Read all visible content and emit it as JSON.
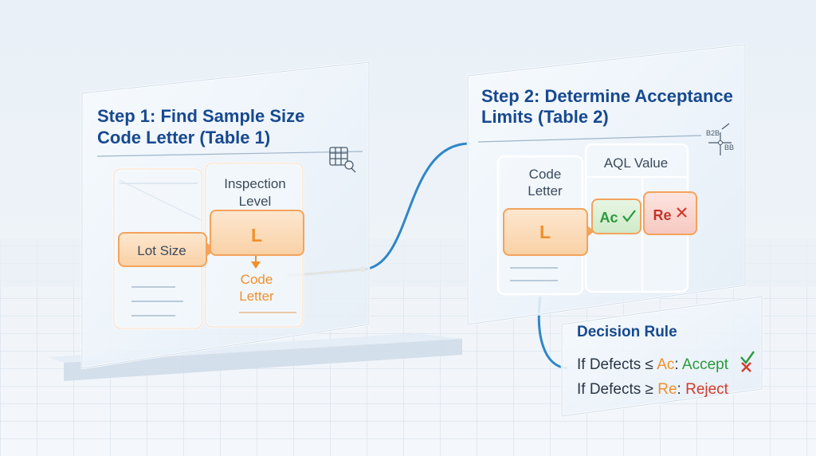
{
  "step1": {
    "title_line1": "Step 1: Find Sample Size",
    "title_line2": "Code Letter (Table 1)",
    "inspection_line1": "Inspection",
    "inspection_line2": "Level",
    "lot_size": "Lot Size",
    "code": "L",
    "code_label_line1": "Code",
    "code_label_line2": "Letter"
  },
  "step2": {
    "title_line1": "Step 2: Determine Acceptance",
    "title_line2": "Limits (Table 2)",
    "code_letter_line1": "Code",
    "code_letter_line2": "Letter",
    "aql_value": "AQL Value",
    "code": "L",
    "ac": "Ac",
    "re": "Re",
    "icon_top": "B2B",
    "icon_bottom": "BB"
  },
  "decision": {
    "title": "Decision Rule",
    "line1_prefix": "If Defects ≤ ",
    "line1_var": "Ac",
    "line1_sep": ": ",
    "line1_result": "Accept",
    "line2_prefix": "If Defects ≥ ",
    "line2_var": "Re",
    "line2_sep": ": ",
    "line2_result": "Reject"
  },
  "colors": {
    "title_blue": "#17498f",
    "orange": "#f0902b",
    "accept_green": "#2a9a3c",
    "reject_red": "#d33a2c",
    "connector_blue": "#2f86c8"
  }
}
